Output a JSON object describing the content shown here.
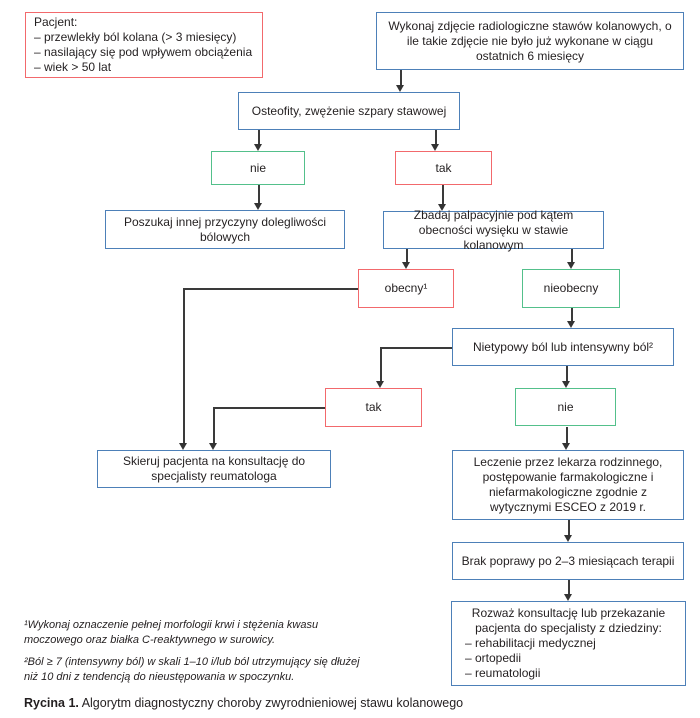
{
  "figure": {
    "caption_label": "Rycina 1.",
    "caption_text": "Algorytm diagnostyczny choroby zwyrodnieniowej stawu kolanowego"
  },
  "colors": {
    "box_blue": "#4d80b8",
    "box_red": "#f2696c",
    "box_green": "#53c08b",
    "connector": "#3a3a3a",
    "text": "#231f20"
  },
  "flow": {
    "patient": {
      "title": "Pacjent:",
      "items": [
        "– przewlekły ból kolana (> 3 miesięcy)",
        "– nasilający się pod wpływem obciążenia",
        "– wiek > 50 lat"
      ]
    },
    "xray": "Wykonaj zdjęcie radiologiczne stawów kolanowych, o ile takie zdjęcie nie było już wykonane w ciągu ostatnich 6 miesięcy",
    "osteophytes": "Osteofity, zwężenie szpary stawowej",
    "no1": "nie",
    "yes1": "tak",
    "seek_other_cause": "Poszukaj innej przyczyny dolegliwości bólowych",
    "palpate": "Zbadaj palpacyjnie pod kątem obecności wysięku w stawie kolanowym",
    "effusion_present": "obecny¹",
    "effusion_absent": "nieobecny",
    "atypical_pain": "Nietypowy ból lub intensywny ból²",
    "yes2": "tak",
    "no2": "nie",
    "refer_rheumatologist": "Skieruj pacjenta na konsultację do specjalisty reumatologa",
    "gp_treatment": "Leczenie przez lekarza rodzinnego, postępowanie farmakologiczne i niefarmakologiczne zgodnie z wytycznymi ESCEO z 2019 r.",
    "no_improvement": "Brak poprawy po 2–3 miesiącach terapii",
    "consider_referral": {
      "intro": "Rozważ konsultację lub przekazanie pacjenta do specjalisty z dziedziny:",
      "items": [
        "– rehabilitacji medycznej",
        "– ortopedii",
        "– reumatologii"
      ]
    }
  },
  "footnotes": [
    "¹Wykonaj oznaczenie pełnej morfologii krwi i stężenia kwasu moczowego oraz białka C-reaktywnego w surowicy.",
    "²Ból ≥ 7 (intensywny ból) w skali 1–10 i/lub ból utrzymujący się dłużej niż 10 dni z tendencją do nieustępowania w spoczynku."
  ]
}
